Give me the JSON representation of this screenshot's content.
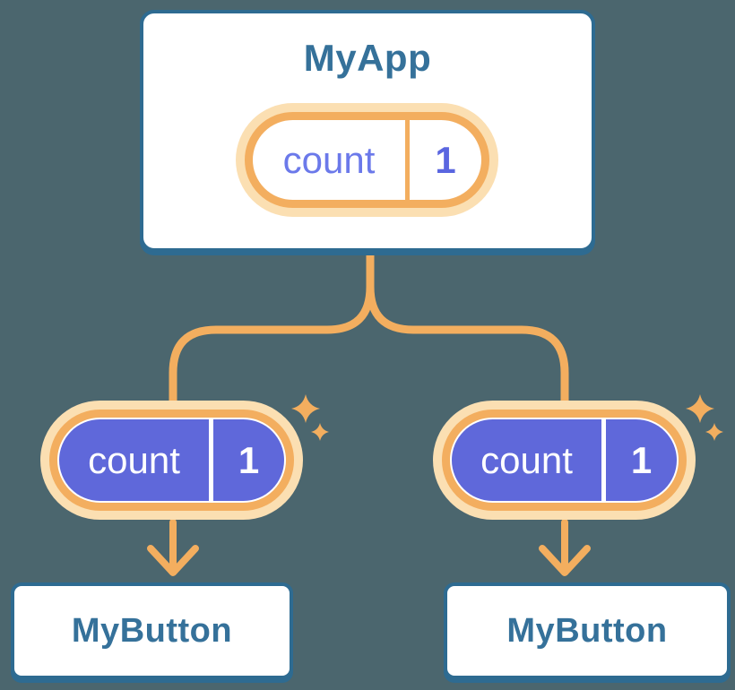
{
  "colors": {
    "background": "#4b666e",
    "card_border": "#2e6b91",
    "card_bg": "#ffffff",
    "title_text": "#35719a",
    "orange": "#f3ae5f",
    "orange_light": "#fbdfb2",
    "purple_fill": "#5f68da",
    "purple_text": "#6b79ea",
    "purple_value": "#5a66e0"
  },
  "icons": {
    "sparkle": "sparkle-icon",
    "arrow_down": "arrow-down-icon"
  },
  "tree": {
    "root": {
      "title": "MyApp",
      "state": {
        "name": "count",
        "value": "1"
      }
    },
    "children": [
      {
        "title": "MyButton",
        "prop": {
          "name": "count",
          "value": "1"
        }
      },
      {
        "title": "MyButton",
        "prop": {
          "name": "count",
          "value": "1"
        }
      }
    ]
  }
}
